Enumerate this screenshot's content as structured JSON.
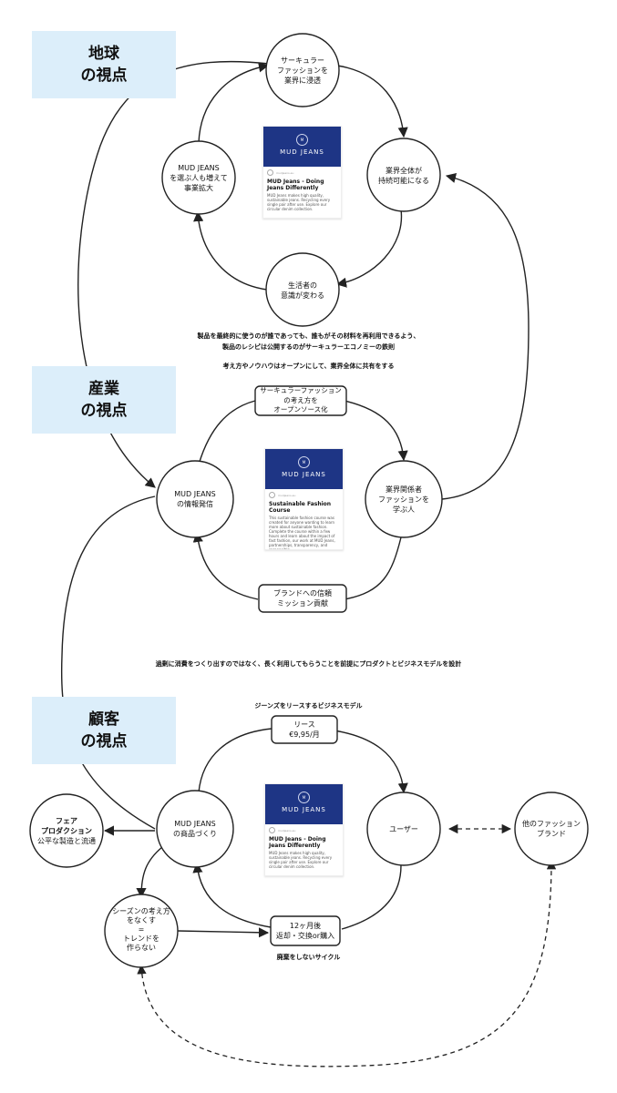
{
  "sections": [
    {
      "label_line1": "地球",
      "label_line2": "の視点"
    },
    {
      "label_line1": "産業",
      "label_line2": "の視点"
    },
    {
      "label_line1": "顧客",
      "label_line2": "の視点"
    }
  ],
  "earth_cycle": {
    "top_node": [
      "サーキュラー",
      "ファッションを",
      "業界に浸透"
    ],
    "right_node": [
      "業界全体が",
      "持続可能になる"
    ],
    "bottom_node": [
      "生活者の",
      "意識が変わる"
    ],
    "left_node": [
      "MUD JEANS",
      "を選ぶ人も増えて",
      "事業拡大"
    ],
    "card": {
      "brand": "MUD JEANS",
      "logo_text": "M",
      "meta": "mudjeans.eu",
      "title": "MUD Jeans - Doing Jeans Differently",
      "desc": "MUD Jeans makes high quality, sustainable jeans. Recycling every single pair after use. Explore our circular denim collection."
    }
  },
  "captions": {
    "recipe_line1": "製品を最終的に使うのが誰であっても、誰もがその材料を再利用できるよう、",
    "recipe_line2": "製品のレシピは公開するのがサーキュラーエコノミーの鉄則",
    "open_knowhow": "考え方やノウハウはオープンにして、業界全体に共有をする",
    "design_principle": "過剰に消費をつくり出すのではなく、長く利用してもらうことを前提にプロダクトとビジネスモデルを設計",
    "lease_model_title": "ジーンズをリースするビジネスモデル",
    "no_waste_cycle": "廃棄をしないサイクル"
  },
  "industry_cycle": {
    "top_box": [
      "サーキュラーファッション",
      "の考え方を",
      "オープンソース化"
    ],
    "right_node": [
      "業界関係者",
      "ファッションを",
      "学ぶ人"
    ],
    "bottom_box": [
      "ブランドへの信頼",
      "ミッション貢献"
    ],
    "left_node": [
      "MUD JEANS",
      "の情報発信"
    ],
    "card": {
      "brand": "MUD JEANS",
      "logo_text": "M",
      "meta": "mudjeans.eu",
      "title": "Sustainable Fashion Course",
      "desc": "This sustainable fashion course was created for anyone wanting to learn more about sustainable fashion. Complete the course within a few hours and learn about the impact of fast fashion, our work at MUD Jeans, partnerships, transparency, and responsible..."
    }
  },
  "customer_cycle": {
    "top_box": [
      "リース",
      "€9,95/月"
    ],
    "right_node": [
      "ユーザー"
    ],
    "bottom_box": [
      "12ヶ月後",
      "返却・交換or購入"
    ],
    "left_node": [
      "MUD JEANS",
      "の商品づくり"
    ],
    "fair_node": [
      "フェア",
      "プロダクション",
      "公平な製造と流通"
    ],
    "season_node": [
      "シーズンの考え方",
      "をなくす",
      "=",
      "トレンドを",
      "作らない"
    ],
    "other_brand_node": [
      "他のファッション",
      "ブランド"
    ],
    "card": {
      "brand": "MUD JEANS",
      "logo_text": "M",
      "meta": "mudjeans.eu",
      "title": "MUD Jeans - Doing Jeans Differently",
      "desc": "MUD Jeans makes high quality, sustainable jeans. Recycling every single pair after use. Explore our circular denim collection."
    }
  }
}
